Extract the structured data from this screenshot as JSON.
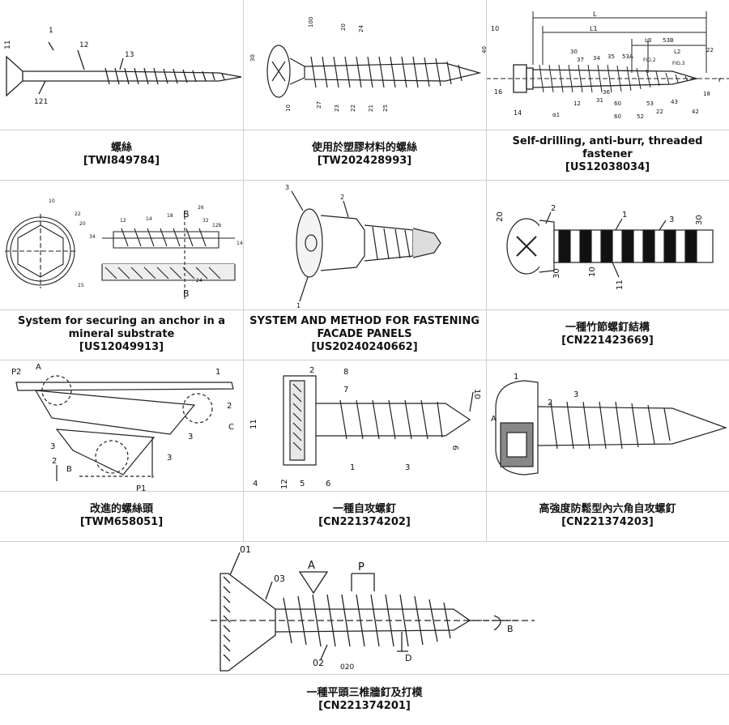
{
  "patents": [
    {
      "title": "螺絲",
      "number": "[TWI849784]",
      "labels": [
        "11",
        "1",
        "12",
        "13",
        "121"
      ]
    },
    {
      "title": "使用於塑膠材料的螺絲",
      "number": "[TW202428993]",
      "labels": [
        "30",
        "100",
        "20",
        "24",
        "40",
        "10",
        "27",
        "23",
        "22",
        "21",
        "25"
      ]
    },
    {
      "title": "Self-drilling, anti-burr, threaded fastener",
      "number": "[US12038034]",
      "labels": [
        "10",
        "L",
        "L1",
        "L3",
        "53B",
        "L2",
        "22",
        "FIG.2",
        "FIG.3",
        "30",
        "37",
        "34",
        "35",
        "53A",
        "16",
        "14",
        "α1",
        "12",
        "31",
        "36",
        "60",
        "53",
        "52",
        "60",
        "22",
        "43",
        "42",
        "18",
        "γ"
      ]
    },
    {
      "title": "System for securing an anchor in a mineral substrate",
      "number": "[US12049913]",
      "labels": [
        "10",
        "22",
        "20",
        "15",
        "B",
        "B",
        "34",
        "12",
        "14",
        "18",
        "32",
        "26",
        "12b",
        "24",
        "14"
      ]
    },
    {
      "title": "SYSTEM AND METHOD FOR FASTENING FACADE PANELS",
      "number": "[US20240240662]",
      "labels": [
        "3",
        "2",
        "1"
      ]
    },
    {
      "title": "一種竹節螺釘結構",
      "number": "[CN221423669]",
      "labels": [
        "20",
        "2",
        "1",
        "3",
        "30",
        "30",
        "10",
        "11"
      ]
    },
    {
      "title": "改進的螺絲頭",
      "number": "[TWM658051]",
      "labels": [
        "P2",
        "A",
        "1",
        "2",
        "C",
        "3",
        "3",
        "3",
        "2",
        "B",
        "P1"
      ]
    },
    {
      "title": "一種自攻螺釘",
      "number": "[CN221374202]",
      "labels": [
        "2",
        "8",
        "7",
        "10",
        "11",
        "9",
        "1",
        "3",
        "4",
        "12",
        "5",
        "6"
      ]
    },
    {
      "title": "高強度防鬆型內六角自攻螺釘",
      "number": "[CN221374203]",
      "labels": [
        "1",
        "2",
        "3",
        "A"
      ]
    },
    {
      "title": "一種平頭三椎牆釘及打模",
      "number": "[CN221374201]",
      "labels": [
        "01",
        "03",
        "A",
        "P",
        "02",
        "020",
        "D",
        "B"
      ]
    }
  ]
}
